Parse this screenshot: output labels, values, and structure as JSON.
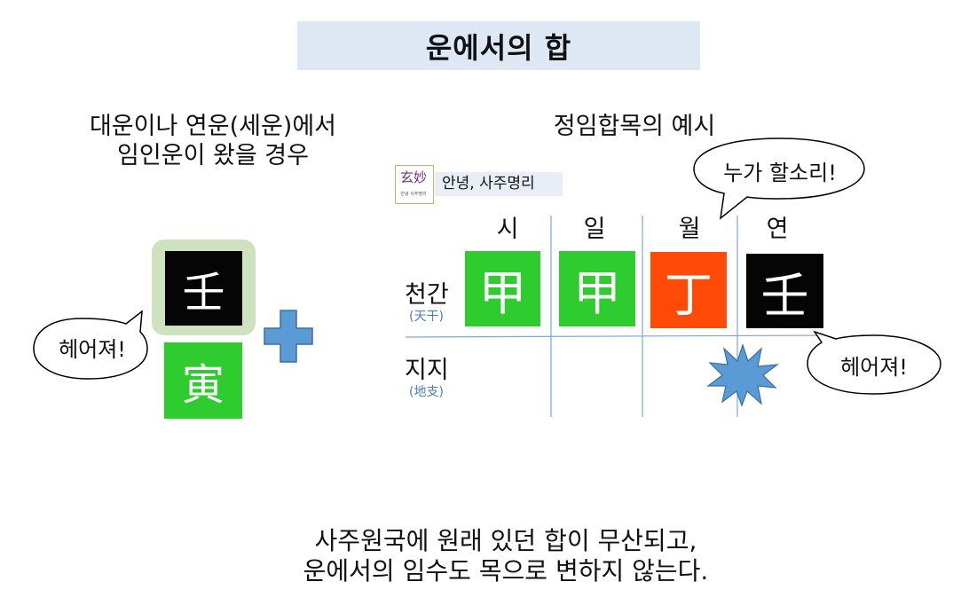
{
  "title": "운에서의 합",
  "left_caption": [
    "대운이나 연운(세운)에서",
    "임인운이 왔을 경우"
  ],
  "right_caption": "정임합목의 예시",
  "left_tiles": {
    "top": "壬",
    "bottom": "寅"
  },
  "left_bubble": "헤어져!",
  "brand": {
    "logo": "玄妙",
    "logo_sub": "안녕 사주명리",
    "name": "안녕, 사주명리"
  },
  "columns": [
    "시",
    "일",
    "월",
    "연"
  ],
  "rows": [
    {
      "label": "천간",
      "sub": "(天干)"
    },
    {
      "label": "지지",
      "sub": "(地支)"
    }
  ],
  "heavenly_stems": [
    "甲",
    "甲",
    "丁",
    "壬"
  ],
  "bubble_top": "누가 할소리!",
  "bubble_right": "헤어져!",
  "bottom_caption": [
    "사주원국에 원래 있던 합이 무산되고,",
    "운에서의 임수도 목으로 변하지 않는다."
  ],
  "colors": {
    "title_bg": "#dde8f4",
    "green": "#2fcc2f",
    "red": "#ff4a08",
    "black": "#050505",
    "accent_blue": "#5b9bd5",
    "highlight": "#cfe2bf"
  },
  "icons": [
    "plus-icon",
    "burst-icon"
  ]
}
